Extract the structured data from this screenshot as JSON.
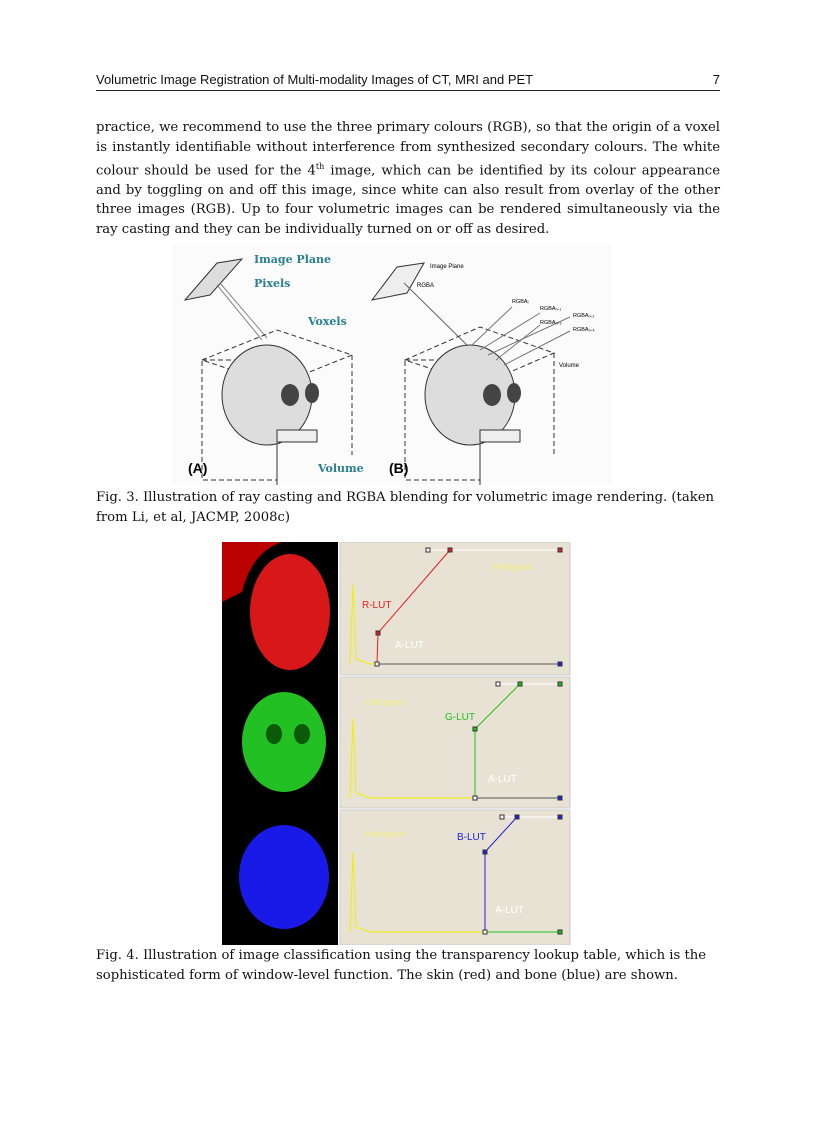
{
  "header": {
    "title": "Volumetric Image Registration of Multi-modality Images of CT, MRI and PET",
    "page_number": "7"
  },
  "body": {
    "paragraph_before": "practice, we recommend to use the three primary colours (RGB), so that the origin of a voxel is instantly identifiable without interference from synthesized secondary colours. The white colour should be used for the 4",
    "paragraph_sup": "th",
    "paragraph_after": " image, which can be identified by its colour appearance and by toggling on and off this image, since white can also result from overlay of the other three images (RGB). Up to four volumetric images can be rendered simultaneously via the ray casting and they can be individually turned on or off as desired."
  },
  "figure3": {
    "panel_a": {
      "label": "(A)",
      "image_plane": "Image Plane",
      "pixels": "Pixels",
      "voxels": "Voxels",
      "volume": "Volume"
    },
    "panel_b": {
      "label": "(B)",
      "image_plane": "Image Plane",
      "rgba": "RGBA",
      "rgba_i": "RGBAᵢ",
      "rgba_i1": "RGBAᵢ₊₁",
      "rgba_i2": "RGBAᵢ₊₂",
      "rgba_i3": "RGBAᵢ₊₃",
      "rgba_i4": "RGBAᵢ₊₄",
      "volume": "Volume"
    },
    "caption": "Fig. 3. Illustration of ray casting and RGBA blending for volumetric image rendering. (taken from Li, et al, JACMP, 2008c)"
  },
  "figure4": {
    "panels": [
      {
        "lut": "R-LUT",
        "alut": "A-LUT",
        "histogram": "Histogram",
        "color": "#e02020"
      },
      {
        "lut": "G-LUT",
        "alut": "A-LUT",
        "histogram": "Histogram",
        "color": "#20c020"
      },
      {
        "lut": "B-LUT",
        "alut": "A-LUT",
        "histogram": "Histogram",
        "color": "#2020e0"
      }
    ],
    "caption": "Fig. 4. Illustration of image classification using the transparency lookup table, which is the sophisticated form of window-level function. The skin (red) and bone (blue) are shown."
  }
}
